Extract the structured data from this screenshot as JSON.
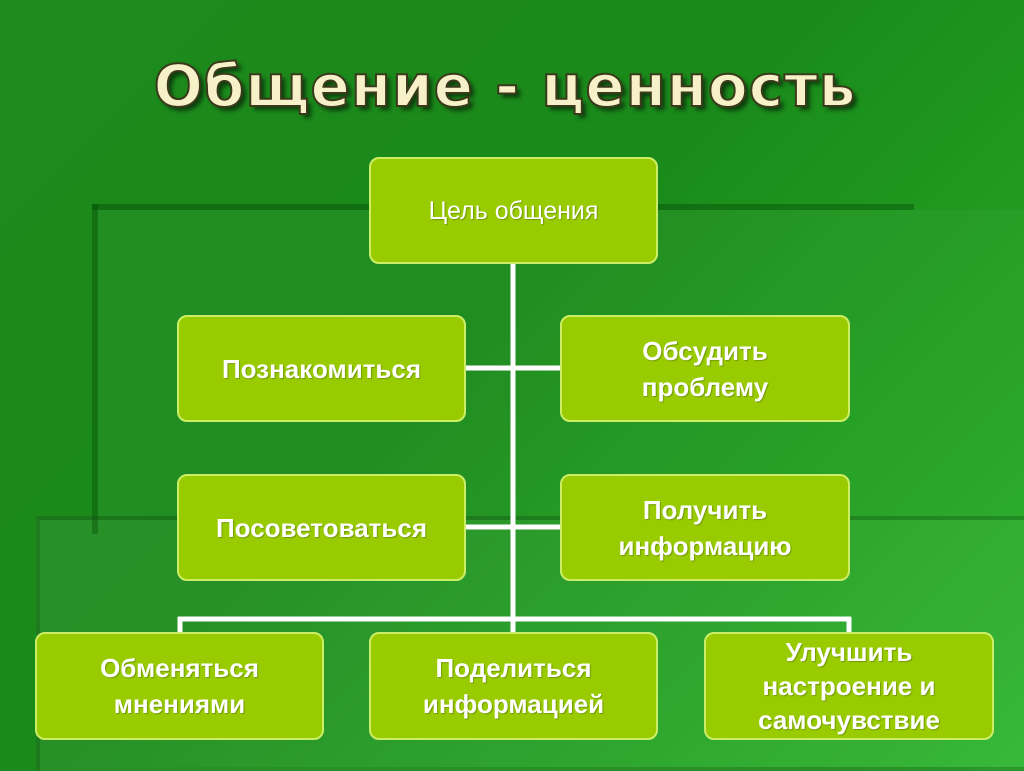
{
  "title": "Общение - ценность",
  "root": {
    "label": "Цель общения"
  },
  "left_items": [
    {
      "label": "Познакомиться"
    },
    {
      "label": "Посоветоваться"
    }
  ],
  "right_items": [
    {
      "lines": [
        "Обсудить",
        "проблему"
      ]
    },
    {
      "lines": [
        "Получить",
        "информацию"
      ]
    }
  ],
  "bottom_items": [
    {
      "lines": [
        "Обменяться",
        "мнениями"
      ]
    },
    {
      "lines": [
        "Поделиться",
        "информацией"
      ]
    },
    {
      "lines": [
        "Улучшить",
        "настроение и",
        "самочувствие"
      ]
    }
  ],
  "colors": {
    "background": "#1a8a1a",
    "box_fill": "#99cc00",
    "box_border": "#ccee66",
    "connector": "#ffffff",
    "title": "#f6f1c8"
  }
}
